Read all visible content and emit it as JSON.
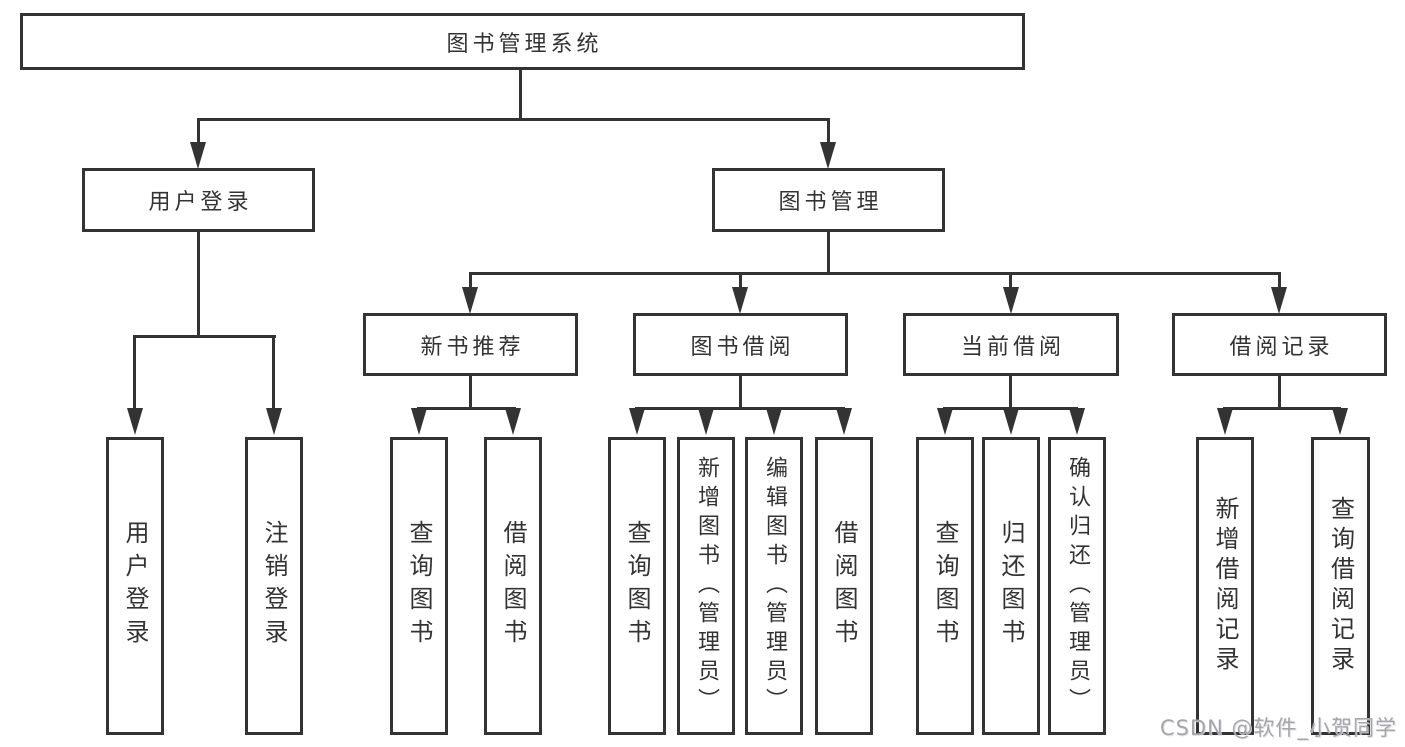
{
  "diagram_title": "图书管理系统",
  "tree": {
    "label": "图书管理系统",
    "children": [
      {
        "label": "用户登录",
        "children": [
          {
            "label": "用户登录"
          },
          {
            "label": "注销登录"
          }
        ]
      },
      {
        "label": "图书管理",
        "children": [
          {
            "label": "新书推荐",
            "children": [
              {
                "label": "查询图书"
              },
              {
                "label": "借阅图书"
              }
            ]
          },
          {
            "label": "图书借阅",
            "children": [
              {
                "label": "查询图书"
              },
              {
                "label": "新增图书（管理员）"
              },
              {
                "label": "编辑图书（管理员）"
              },
              {
                "label": "借阅图书"
              }
            ]
          },
          {
            "label": "当前借阅",
            "children": [
              {
                "label": "查询图书"
              },
              {
                "label": "归还图书"
              },
              {
                "label": "确认归还（管理员）"
              }
            ]
          },
          {
            "label": "借阅记录",
            "children": [
              {
                "label": "新增借阅记录"
              },
              {
                "label": "查询借阅记录"
              }
            ]
          }
        ]
      }
    ]
  },
  "watermark": {
    "text": "CSDN @软件_小贺同学"
  },
  "colors": {
    "line": "#333333",
    "text": "#333333",
    "watermark": "#a6a6aa",
    "background": "#ffffff"
  }
}
